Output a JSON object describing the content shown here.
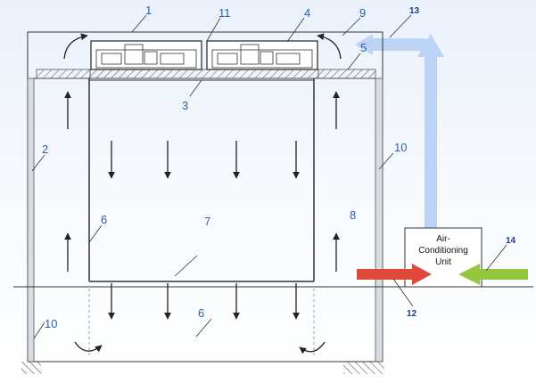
{
  "diagram": {
    "labels": {
      "n1": "1",
      "n2": "2",
      "n3": "3",
      "n4": "4",
      "n5": "5",
      "n6_left": "6",
      "n6_floor": "6",
      "n7": "7",
      "n8": "8",
      "n9": "9",
      "n10_right": "10",
      "n10_left": "10",
      "n11": "11",
      "n12": "12",
      "n13": "13",
      "n14": "14"
    },
    "ac_unit": {
      "line1": "Air-",
      "line2": "Conditioning",
      "line3": "Unit"
    },
    "colors": {
      "structure": "#333333",
      "wall_fill": "#d7dde3",
      "filter_hatch": "#555555",
      "label": "#2a5fa8",
      "label_bold": "#1d3d8a",
      "supply_duct": "#bcd3f5",
      "return_arrow": "#e0483a",
      "fresh_air_arrow": "#93c83e"
    }
  }
}
